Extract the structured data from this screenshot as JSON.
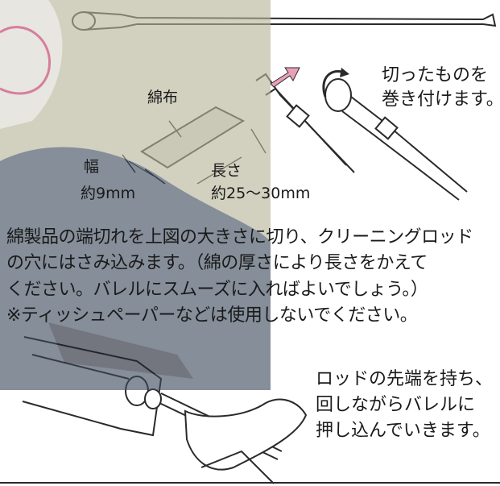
{
  "illustration_top": {
    "step_caption": [
      "切ったものを",
      "巻き付けます。"
    ],
    "cloth_label": "綿布",
    "width_label": "幅",
    "width_value": "約9mm",
    "length_label": "長さ",
    "length_value": "約25〜30mm"
  },
  "instructions": {
    "line1": "綿製品の端切れを上図の大きさに切り、クリーニングロッド",
    "line2": "の穴にはさみ込みます。（綿の厚さにより長さをかえて",
    "line3": "ください。バレルにスムーズに入ればよいでしょう。）",
    "line4": "※ティッシュペーパーなどは使用しないでください。"
  },
  "illustration_bottom": {
    "step_caption": [
      "ロッドの先端を持ち、",
      "回しながらバレルに",
      "押し込んでいきます。"
    ]
  },
  "colors": {
    "line_art": "#2a2a2a",
    "arrow_pink": "#e8a0b8",
    "photo_tint": "#b7b59a"
  }
}
